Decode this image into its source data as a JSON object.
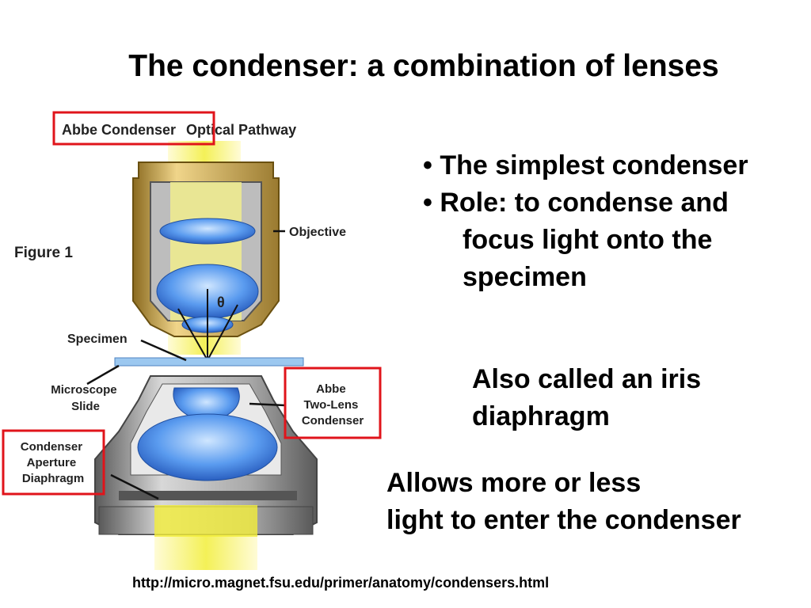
{
  "slide": {
    "title": "The condenser:  a combination of lenses",
    "bullets": [
      "• The simplest condenser",
      "• Role: to condense and",
      "focus light onto the",
      "specimen"
    ],
    "iris_note": [
      "Also called an iris",
      "diaphragm"
    ],
    "light_note": [
      "Allows more or less",
      "light to enter the condenser"
    ],
    "source_url": "http://micro.magnet.fsu.edu/primer/anatomy/condensers.html"
  },
  "figure": {
    "heading_part1": "Abbe Condenser",
    "heading_part2": "Optical Pathway",
    "figure_label": "Figure 1",
    "objective": "Objective",
    "theta": "θ",
    "specimen": "Specimen",
    "microscope_slide": [
      "Microscope",
      "Slide"
    ],
    "abbe_two_lens": [
      "Abbe",
      "Two-Lens",
      "Condenser"
    ],
    "aperture_diaphragm": [
      "Condenser",
      "Aperture",
      "Diaphragm"
    ]
  },
  "colors": {
    "highlight_box": "#e0141b",
    "light_beam": "#f2ee3a",
    "lens_blue": "#3d7fe0",
    "metal_gray": "#8a8a8a",
    "brass": "#c8a24a"
  }
}
